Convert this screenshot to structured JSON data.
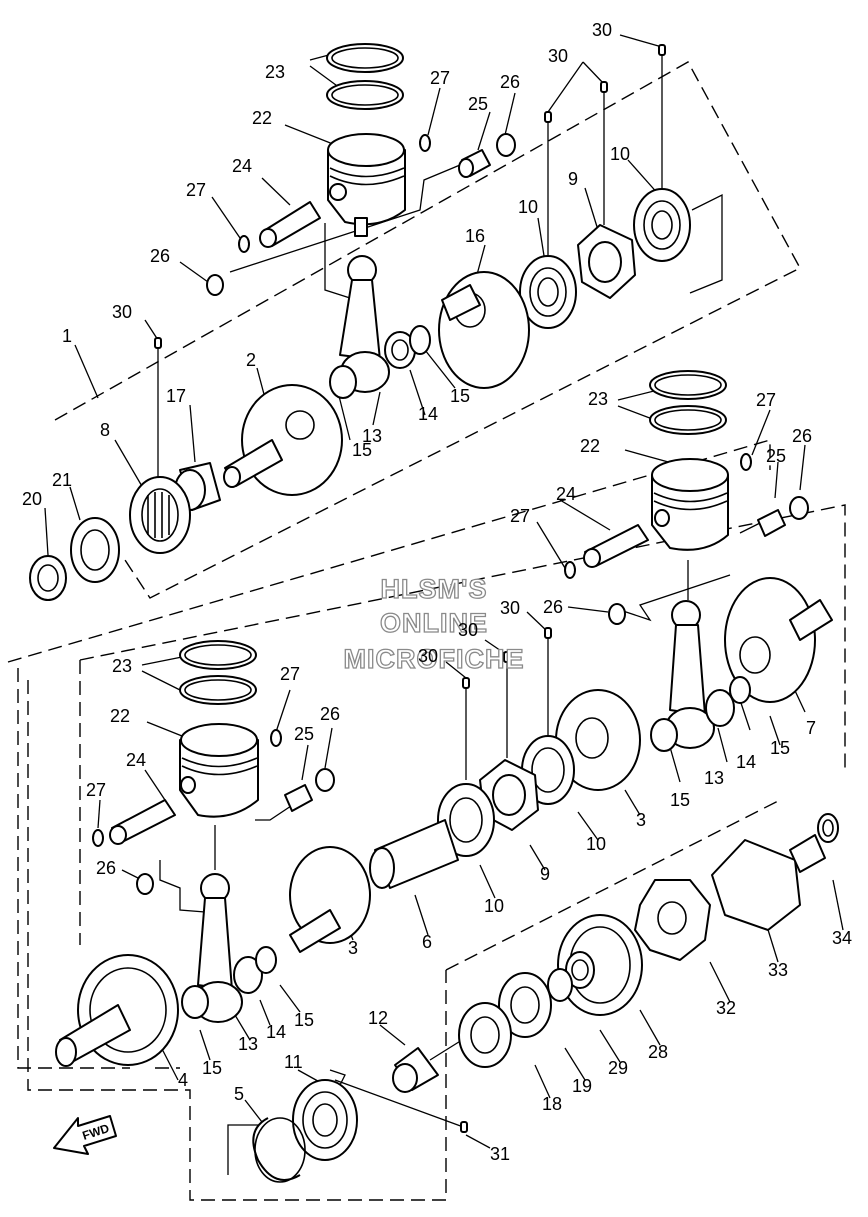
{
  "watermark": {
    "line1": "HLSM'S",
    "line2": "ONLINE",
    "line3": "MICROFICHE"
  },
  "fwd_label": "FWD",
  "callouts": [
    {
      "id": "c30a",
      "text": "30"
    },
    {
      "id": "c23a",
      "text": "23"
    },
    {
      "id": "c27a",
      "text": "27"
    },
    {
      "id": "c30b",
      "text": "30"
    },
    {
      "id": "c25a",
      "text": "25"
    },
    {
      "id": "c26a",
      "text": "26"
    },
    {
      "id": "c22a",
      "text": "22"
    },
    {
      "id": "c10a",
      "text": "10"
    },
    {
      "id": "c24a",
      "text": "24"
    },
    {
      "id": "c9a",
      "text": "9"
    },
    {
      "id": "c27b",
      "text": "27"
    },
    {
      "id": "c10b",
      "text": "10"
    },
    {
      "id": "c16",
      "text": "16"
    },
    {
      "id": "c26b",
      "text": "26"
    },
    {
      "id": "c30c",
      "text": "30"
    },
    {
      "id": "c1",
      "text": "1"
    },
    {
      "id": "c2",
      "text": "2"
    },
    {
      "id": "c17",
      "text": "17"
    },
    {
      "id": "c15a",
      "text": "15"
    },
    {
      "id": "c8",
      "text": "8"
    },
    {
      "id": "c13a",
      "text": "13"
    },
    {
      "id": "c14a",
      "text": "14"
    },
    {
      "id": "c15b",
      "text": "15"
    },
    {
      "id": "c21",
      "text": "21"
    },
    {
      "id": "c20",
      "text": "20"
    },
    {
      "id": "c23b",
      "text": "23"
    },
    {
      "id": "c27c",
      "text": "27"
    },
    {
      "id": "c26c",
      "text": "26"
    },
    {
      "id": "c22b",
      "text": "22"
    },
    {
      "id": "c25b",
      "text": "25"
    },
    {
      "id": "c24b",
      "text": "24"
    },
    {
      "id": "c27d",
      "text": "27"
    },
    {
      "id": "c30d",
      "text": "30"
    },
    {
      "id": "c26d",
      "text": "26"
    },
    {
      "id": "c30e",
      "text": "30"
    },
    {
      "id": "c30f",
      "text": "30"
    },
    {
      "id": "c23c",
      "text": "23"
    },
    {
      "id": "c27e",
      "text": "27"
    },
    {
      "id": "c22c",
      "text": "22"
    },
    {
      "id": "c26e",
      "text": "26"
    },
    {
      "id": "c25c",
      "text": "25"
    },
    {
      "id": "c24c",
      "text": "24"
    },
    {
      "id": "c27f",
      "text": "27"
    },
    {
      "id": "c7",
      "text": "7"
    },
    {
      "id": "c15c",
      "text": "15"
    },
    {
      "id": "c13b",
      "text": "13"
    },
    {
      "id": "c14b",
      "text": "14"
    },
    {
      "id": "c15d",
      "text": "15"
    },
    {
      "id": "c3a",
      "text": "3"
    },
    {
      "id": "c10c",
      "text": "10"
    },
    {
      "id": "c9b",
      "text": "9"
    },
    {
      "id": "c10d",
      "text": "10"
    },
    {
      "id": "c26f",
      "text": "26"
    },
    {
      "id": "c34",
      "text": "34"
    },
    {
      "id": "c6",
      "text": "6"
    },
    {
      "id": "c3b",
      "text": "3"
    },
    {
      "id": "c33",
      "text": "33"
    },
    {
      "id": "c32",
      "text": "32"
    },
    {
      "id": "c15e",
      "text": "15"
    },
    {
      "id": "c14c",
      "text": "14"
    },
    {
      "id": "c15f",
      "text": "15"
    },
    {
      "id": "c12",
      "text": "12"
    },
    {
      "id": "c13c",
      "text": "13"
    },
    {
      "id": "c28",
      "text": "28"
    },
    {
      "id": "c4",
      "text": "4"
    },
    {
      "id": "c29",
      "text": "29"
    },
    {
      "id": "c11",
      "text": "11"
    },
    {
      "id": "c19",
      "text": "19"
    },
    {
      "id": "c18",
      "text": "18"
    },
    {
      "id": "c5",
      "text": "5"
    },
    {
      "id": "c31",
      "text": "31"
    }
  ]
}
